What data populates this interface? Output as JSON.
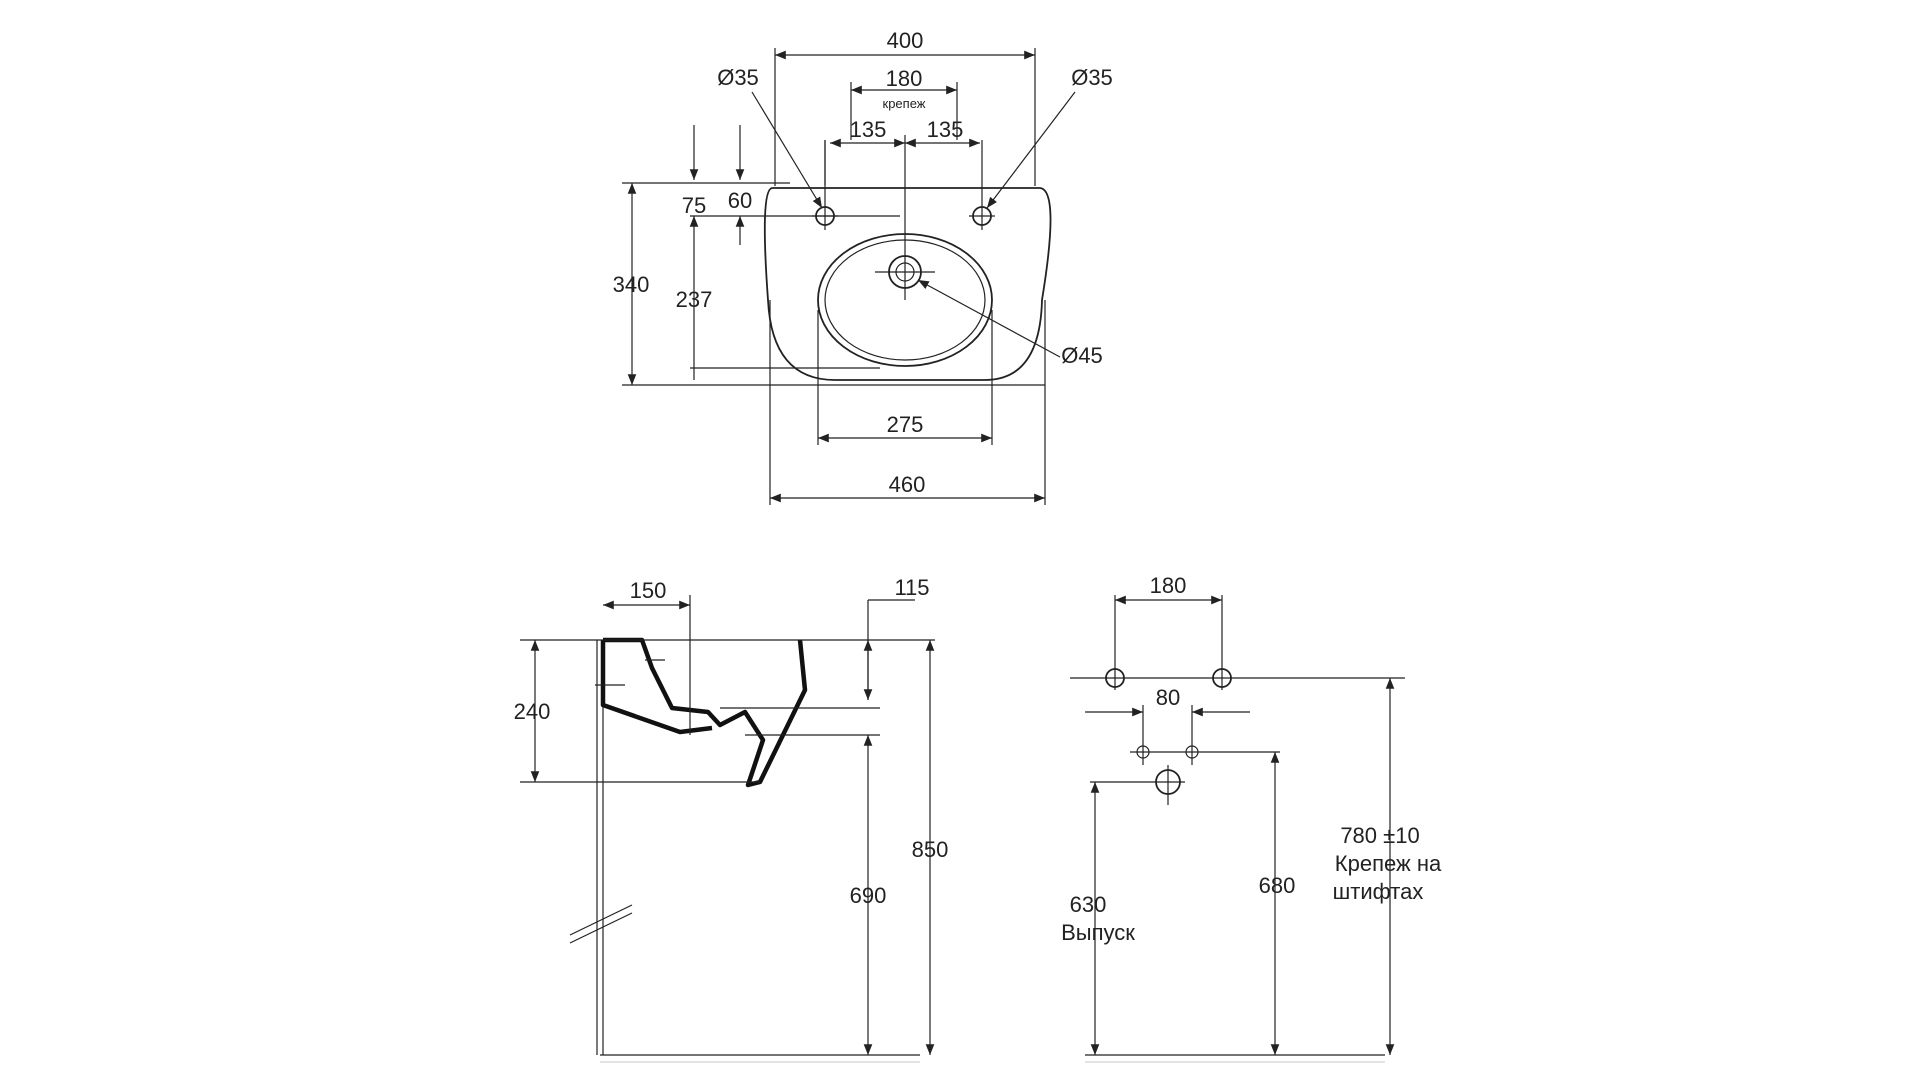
{
  "top_view": {
    "width_400": "400",
    "dia_left": "Ø35",
    "dia_right": "Ø35",
    "fix_180": "180",
    "fix_label": "крепеж",
    "offset_left_135": "135",
    "offset_right_135": "135",
    "depth_75": "75",
    "depth_60": "60",
    "depth_340": "340",
    "depth_237": "237",
    "drain_dia": "Ø45",
    "bowl_275": "275",
    "width_460": "460"
  },
  "side_view": {
    "projection_150": "150",
    "offset_115": "115",
    "height_240": "240",
    "height_850": "850",
    "height_690": "690"
  },
  "wall_view": {
    "spacing_180": "180",
    "spacing_80": "80",
    "height_630": "630",
    "outlet_label": "Выпуск",
    "height_680": "680",
    "height_780": "780 ±10",
    "mount_label_1": "Крепеж на",
    "mount_label_2": "штифтах"
  }
}
